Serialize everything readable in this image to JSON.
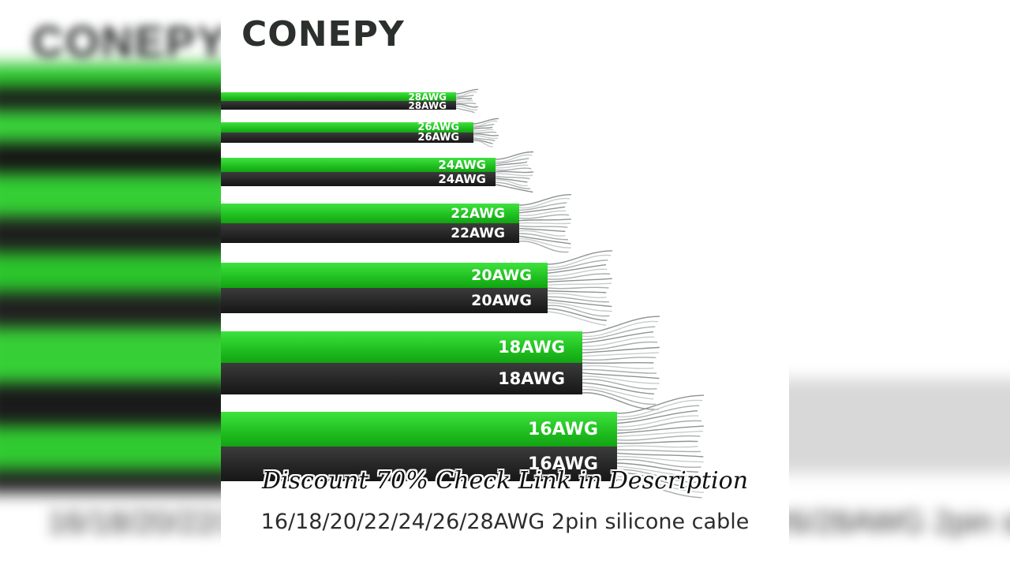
{
  "brand": "CONEPY",
  "colors": {
    "insulation_primary": "#22c322",
    "insulation_secondary": "#222222",
    "label_text": "#ffffff",
    "conductor": "#b8bcbc",
    "background": "#ffffff"
  },
  "cables": [
    {
      "gauge_label_top": "28AWG",
      "gauge_label_bottom": "28AWG"
    },
    {
      "gauge_label_top": "26AWG",
      "gauge_label_bottom": "26AWG"
    },
    {
      "gauge_label_top": "24AWG",
      "gauge_label_bottom": "24AWG"
    },
    {
      "gauge_label_top": "22AWG",
      "gauge_label_bottom": "22AWG"
    },
    {
      "gauge_label_top": "20AWG",
      "gauge_label_bottom": "20AWG"
    },
    {
      "gauge_label_top": "18AWG",
      "gauge_label_bottom": "18AWG"
    },
    {
      "gauge_label_top": "16AWG",
      "gauge_label_bottom": "16AWG"
    }
  ],
  "caption": "16/18/20/22/24/26/28AWG 2pin silicone cable",
  "overlay_text": "Discount 70% Check Link in Description"
}
